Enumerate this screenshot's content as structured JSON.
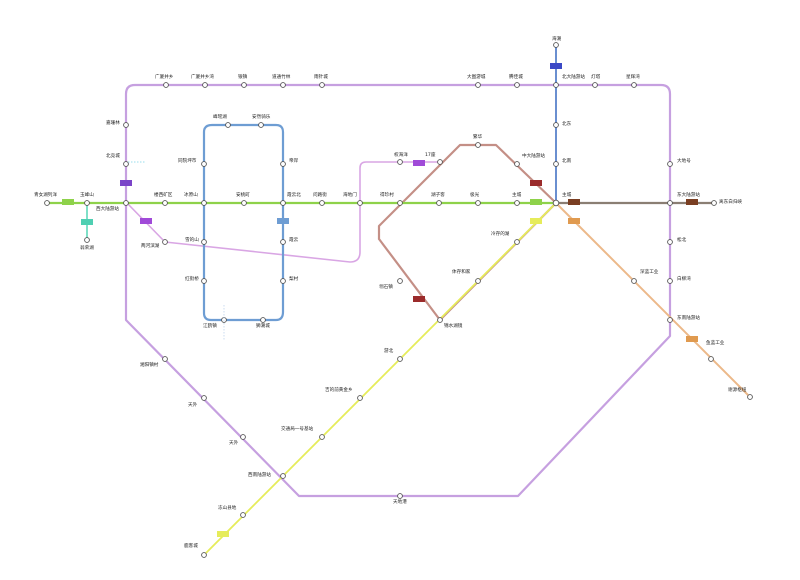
{
  "map": {
    "lines": [
      {
        "id": "loop",
        "color": "#c6a0e0"
      },
      {
        "id": "east-west",
        "color": "#8ed24a"
      },
      {
        "id": "northeast",
        "color": "#6a8fd0"
      },
      {
        "id": "urban-rect",
        "color": "#6e9dd3"
      },
      {
        "id": "diagonal",
        "color": "#e6ec5a"
      },
      {
        "id": "southeast",
        "color": "#ecb98a"
      },
      {
        "id": "ring-brown",
        "color": "#c48f86"
      },
      {
        "id": "grey-east",
        "color": "#8a7e73"
      },
      {
        "id": "pink-west",
        "color": "#d9a6e4"
      }
    ],
    "stations": {
      "haichao": "海潮",
      "guangxia_n": "广厦井乡",
      "guangxia_s": "广厦井乡湾",
      "yinzhen": "银镇",
      "tongshi": "道通竹林",
      "tiancheng": "雨针城",
      "dongdi": "大图游城",
      "qinghu": "腾佳城",
      "beida": "北大陆游站",
      "dengqiao": "灯塔",
      "xingyu": "星辉湾",
      "xiaolin": "嘉珊林",
      "qiaoyu": "峰瑶湖",
      "yanwen": "安然骑乐",
      "jiuzhou": "北东",
      "yunjing": "北竞城",
      "chuanji": "同院坪市",
      "fengmao": "帝岸",
      "fanhua": "繁华",
      "dongtai": "17座",
      "zhongda": "中大陆游站",
      "beinan": "北南",
      "dahuang": "大地号",
      "qingxin": "青女湖列洋",
      "yuhu": "玉峰山",
      "xida": "西大陆游站",
      "jinghua": "楼西矿区",
      "bingjing": "冰原山",
      "anqiao": "安桃町",
      "xiehe": "霞云北",
      "pingxi": "问路街",
      "qiaodong": "权海洋",
      "haishen": "海地门",
      "moyang": "得珍村",
      "chuzi": "湖子客",
      "jiyuan": "极光",
      "zhucheng": "主城",
      "dongda": "东大陆游站",
      "qianmen": "离东白归峡",
      "yuyu": "翁荣湖",
      "shouji": "两河滨湖",
      "shanshi": "雪的山",
      "xiyun": "霞云",
      "mutian": "红街桥",
      "lingshang": "翎石镇",
      "tiefu": "冷存的湖",
      "huixu": "体存和家",
      "songjiang": "梨村",
      "qiaojing": "松北",
      "linghua": "白柳湾",
      "jinjing": "锦水湖镜",
      "hezhuan": "深蓝工业",
      "donghai": "东南陆游站",
      "xiangtai": "鱼蓝工业",
      "houzi": "谢源枢纽",
      "zhongcheng": "江鸥镇",
      "luohai": "狮潮城",
      "haihang": "湘阳镇村",
      "tianshan": "天外",
      "dagang": "吉的前黄金乡",
      "nanjiang": "游北",
      "jiaoyu": "交通局一号基站",
      "xinan": "西南陆游站",
      "guanyang": "冻山县地",
      "taiyang": "天地港",
      "xiangyu": "鹿客城"
    }
  }
}
